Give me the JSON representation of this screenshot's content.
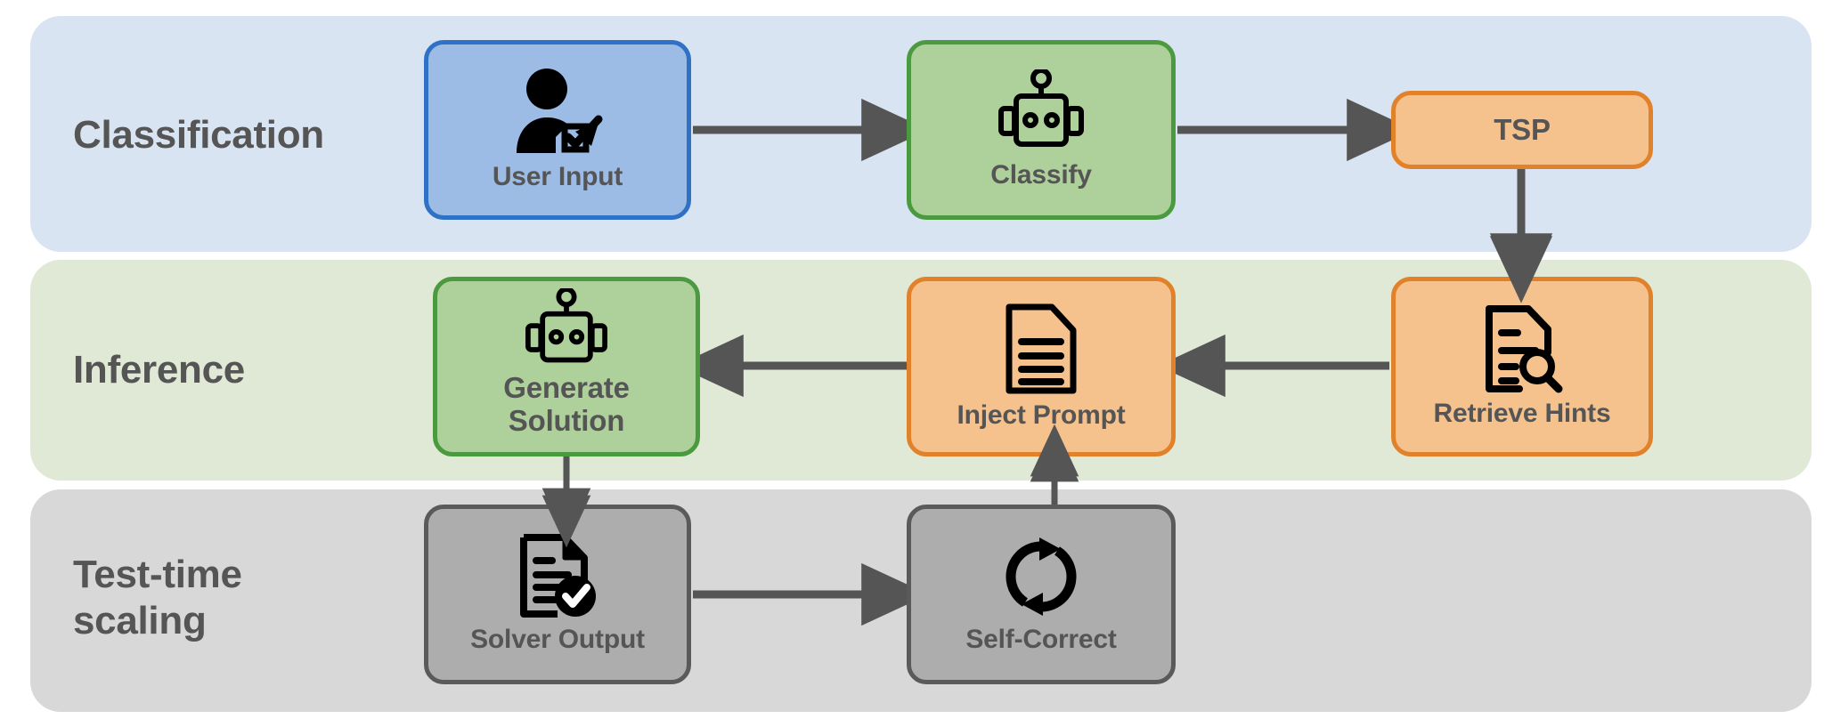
{
  "diagram": {
    "title": "Classification / Inference / Test-time scaling pipeline",
    "palette": {
      "band_classification": "#D9E4F2",
      "band_inference": "#DFE9D6",
      "band_testtime": "#D8D8D8",
      "node_blue_fill": "#9CBCE6",
      "node_blue_stroke": "#2F71C4",
      "node_green_fill": "#AED09A",
      "node_green_stroke": "#4C9A3F",
      "node_orange_fill": "#F5C28E",
      "node_orange_stroke": "#E1822A",
      "node_grey_fill": "#ADADAD",
      "node_grey_stroke": "#5A5A5A",
      "arrow": "#555555",
      "text": "#555555",
      "icon": "#000000"
    },
    "bands": [
      {
        "id": "classification",
        "label": "Classification",
        "fill": "#D9E4F2"
      },
      {
        "id": "inference",
        "label": "Inference",
        "fill": "#DFE9D6"
      },
      {
        "id": "testtime",
        "label": "Test-time\nscaling",
        "fill": "#D8D8D8"
      }
    ],
    "nodes": [
      {
        "id": "user-input",
        "label": "User Input",
        "icon": "user-input-icon",
        "band": "classification",
        "style": "blue"
      },
      {
        "id": "classify",
        "label": "Classify",
        "icon": "robot-icon",
        "band": "classification",
        "style": "green"
      },
      {
        "id": "tsp",
        "label": "TSP",
        "icon": "none",
        "band": "classification",
        "style": "orange"
      },
      {
        "id": "generate-solution",
        "label": "Generate\nSolution",
        "icon": "robot-icon",
        "band": "inference",
        "style": "green"
      },
      {
        "id": "inject-prompt",
        "label": "Inject Prompt",
        "icon": "document-icon",
        "band": "inference",
        "style": "orange"
      },
      {
        "id": "retrieve-hints",
        "label": "Retrieve Hints",
        "icon": "document-search-icon",
        "band": "inference",
        "style": "orange"
      },
      {
        "id": "solver-output",
        "label": "Solver Output",
        "icon": "document-check-icon",
        "band": "testtime",
        "style": "grey"
      },
      {
        "id": "self-correct",
        "label": "Self-Correct",
        "icon": "refresh-cycle-icon",
        "band": "testtime",
        "style": "grey"
      }
    ],
    "edges": [
      {
        "from": "user-input",
        "to": "classify",
        "direction": "right"
      },
      {
        "from": "classify",
        "to": "tsp",
        "direction": "right"
      },
      {
        "from": "tsp",
        "to": "retrieve-hints",
        "direction": "down"
      },
      {
        "from": "retrieve-hints",
        "to": "inject-prompt",
        "direction": "left"
      },
      {
        "from": "inject-prompt",
        "to": "generate-solution",
        "direction": "left"
      },
      {
        "from": "generate-solution",
        "to": "solver-output",
        "direction": "down"
      },
      {
        "from": "solver-output",
        "to": "self-correct",
        "direction": "right"
      },
      {
        "from": "self-correct",
        "to": "inject-prompt",
        "direction": "up"
      }
    ]
  }
}
